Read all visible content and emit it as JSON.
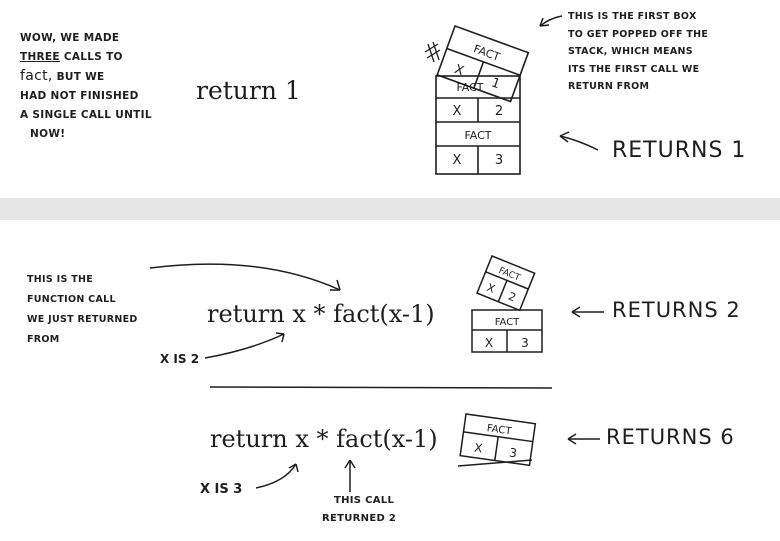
{
  "top": {
    "note_lines": [
      "Wow, we made",
      "three",
      "calls to",
      "fact,",
      "but we",
      "had not finished",
      "a single call until",
      "now!"
    ],
    "code": "return 1",
    "stack": [
      {
        "label": "FACT",
        "var": "X",
        "value": "1"
      },
      {
        "label": "FACT",
        "var": "X",
        "value": "2"
      },
      {
        "label": "FACT",
        "var": "X",
        "value": "3"
      }
    ],
    "callout_lines": [
      "This is the first box",
      "to get popped off the",
      "stack, which means",
      "its the first call we",
      "return from"
    ],
    "returns": "RETURNS 1"
  },
  "bottom": {
    "note_lines": [
      "This is the",
      "function call",
      "we just returned",
      "from"
    ],
    "step1": {
      "code": "return x * fact(x-1)",
      "x_note": "x is 2",
      "stack": [
        {
          "label": "FACT",
          "var": "X",
          "value": "2"
        },
        {
          "label": "FACT",
          "var": "X",
          "value": "3"
        }
      ],
      "returns": "RETURNS 2"
    },
    "step2": {
      "code": "return x * fact(x-1)",
      "x_note": "x is 3",
      "stack": [
        {
          "label": "FACT",
          "var": "X",
          "value": "3"
        }
      ],
      "call_note": [
        "this call",
        "returned 2"
      ],
      "returns": "RETURNS 6"
    }
  }
}
